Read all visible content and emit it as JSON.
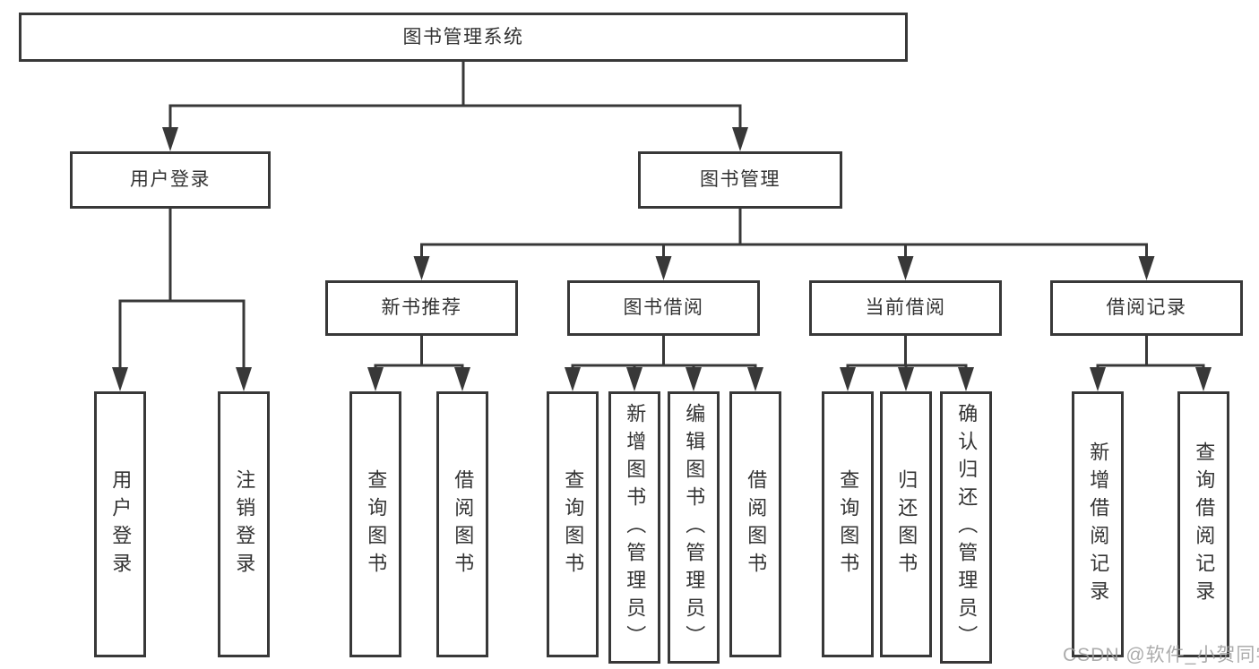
{
  "diagram_title": "图书管理系统",
  "tree": {
    "root": {
      "label": "图书管理系统"
    },
    "user_login": {
      "label": "用户登录",
      "children": [
        {
          "label": "用户登录"
        },
        {
          "label": "注销登录"
        }
      ]
    },
    "book_mgmt": {
      "label": "图书管理",
      "groups": [
        {
          "label": "新书推荐",
          "children": [
            {
              "label": "查询图书"
            },
            {
              "label": "借阅图书"
            }
          ]
        },
        {
          "label": "图书借阅",
          "children": [
            {
              "label": "查询图书"
            },
            {
              "label": "新增图书（管理员）"
            },
            {
              "label": "编辑图书（管理员）"
            },
            {
              "label": "借阅图书"
            }
          ]
        },
        {
          "label": "当前借阅",
          "children": [
            {
              "label": "查询图书"
            },
            {
              "label": "归还图书"
            },
            {
              "label": "确认归还（管理员）"
            }
          ]
        },
        {
          "label": "借阅记录",
          "children": [
            {
              "label": "新增借阅记录"
            },
            {
              "label": "查询借阅记录"
            }
          ]
        }
      ]
    }
  },
  "watermark": {
    "text": "CSDN @软件_小贺同学"
  },
  "colors": {
    "line": "#383838",
    "text": "#333333",
    "background": "#ffffff",
    "watermark": "#9e9e9e"
  }
}
